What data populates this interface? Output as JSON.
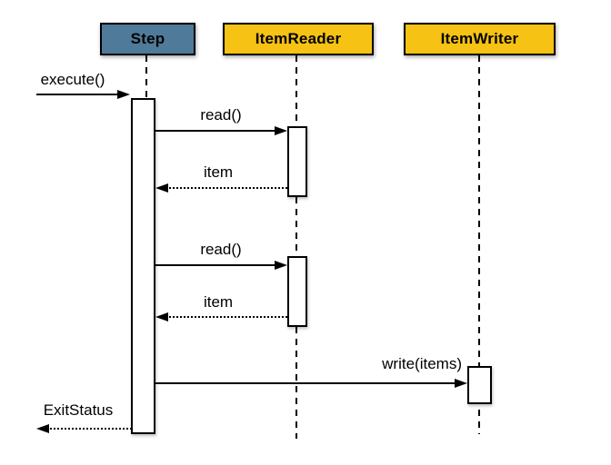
{
  "diagram": {
    "type": "uml-sequence",
    "lifelines": [
      {
        "label": "Step",
        "fill": "#4F7A99"
      },
      {
        "label": "ItemReader",
        "fill": "#F6C213"
      },
      {
        "label": "ItemWriter",
        "fill": "#F6C213"
      }
    ],
    "messages": [
      {
        "label": "execute()",
        "type": "sync",
        "from": "caller",
        "to": "Step"
      },
      {
        "label": "read()",
        "type": "sync",
        "from": "Step",
        "to": "ItemReader"
      },
      {
        "label": "item",
        "type": "return",
        "from": "ItemReader",
        "to": "Step"
      },
      {
        "label": "read()",
        "type": "sync",
        "from": "Step",
        "to": "ItemReader"
      },
      {
        "label": "item",
        "type": "return",
        "from": "ItemReader",
        "to": "Step"
      },
      {
        "label": "write(items)",
        "type": "sync",
        "from": "Step",
        "to": "ItemWriter"
      },
      {
        "label": "ExitStatus",
        "type": "return",
        "from": "Step",
        "to": "caller"
      }
    ],
    "colors": {
      "step_fill": "#4F7A99",
      "reader_fill": "#F6C213",
      "writer_fill": "#F6C213",
      "line": "#000000",
      "background": "#FFFFFF"
    }
  }
}
